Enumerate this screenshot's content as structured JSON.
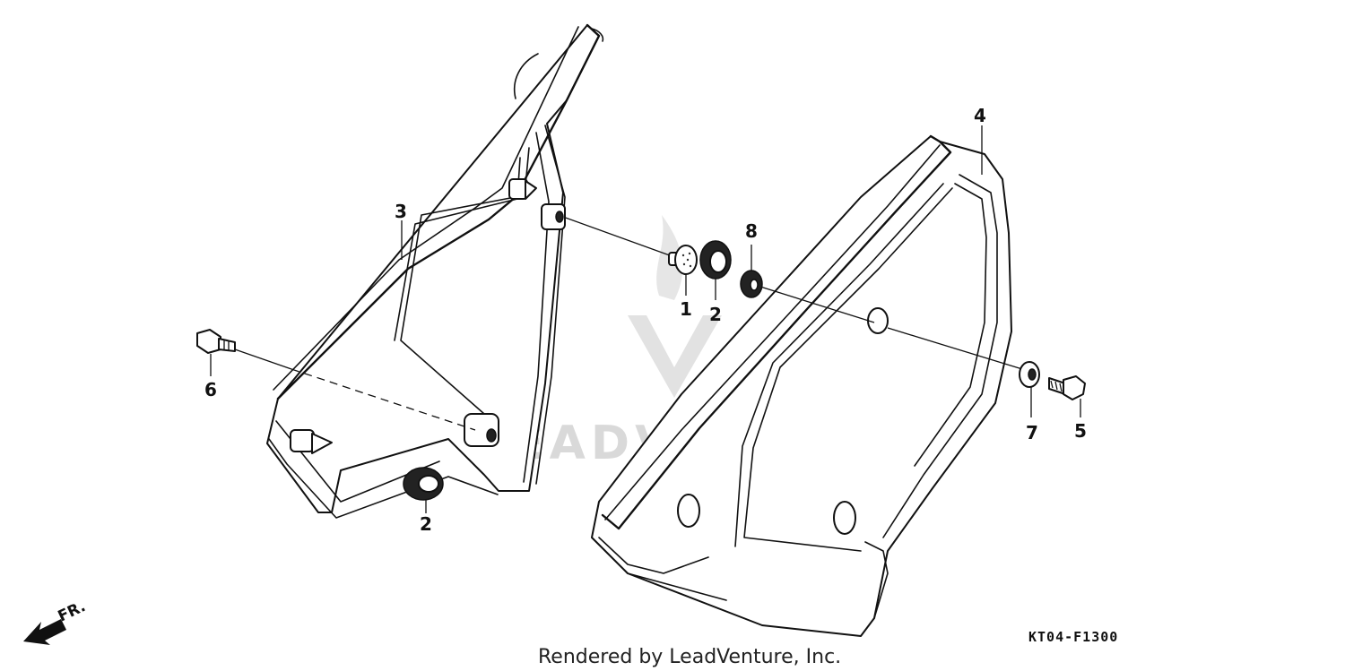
{
  "diagram": {
    "callouts": {
      "c1": "1",
      "c2a": "2",
      "c2b": "2",
      "c3": "3",
      "c4": "4",
      "c5": "5",
      "c6": "6",
      "c7": "7",
      "c8": "8"
    },
    "front_indicator": "FR.",
    "diagram_code": "KT04-F1300",
    "watermark": "LEADVENTURE",
    "footer": "Rendered by LeadVenture, Inc."
  }
}
